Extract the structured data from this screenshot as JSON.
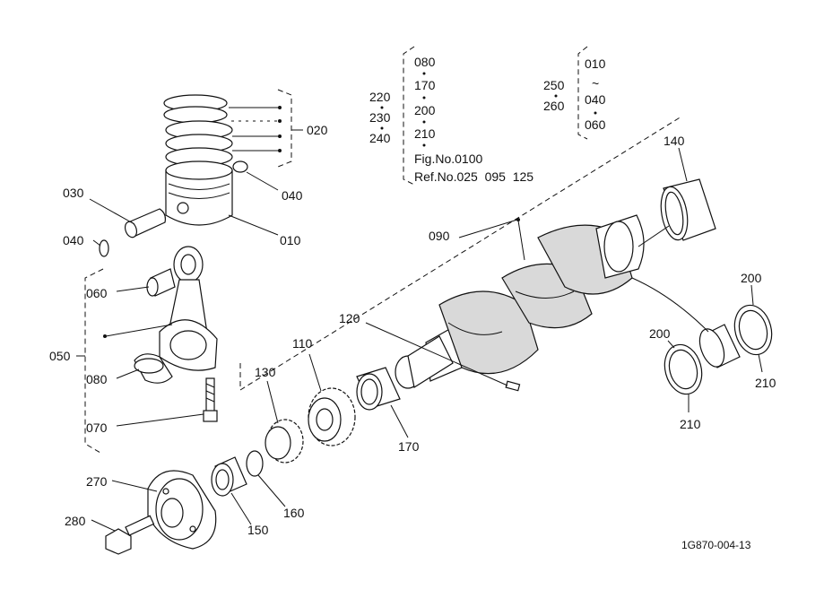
{
  "callouts": {
    "c020": "020",
    "c030": "030",
    "c040a": "040",
    "c040b": "040",
    "c010": "010",
    "c060": "060",
    "c050": "050",
    "c080": "080",
    "c070": "070",
    "c090": "090",
    "c120": "120",
    "c130": "130",
    "c110": "110",
    "c170": "170",
    "c140": "140",
    "c200a": "200",
    "c200b": "200",
    "c210a": "210",
    "c210b": "210",
    "c270": "270",
    "c280": "280",
    "c150": "150",
    "c160": "160"
  },
  "legend": {
    "group_left": [
      "220",
      "230",
      "240"
    ],
    "group_middle": [
      "080",
      "170",
      "200",
      "210"
    ],
    "group_right_left": [
      "250",
      "260"
    ],
    "group_right": [
      "010",
      "~",
      "040",
      "060"
    ],
    "fig_ref": "Fig.No.0100",
    "ref_nos": "Ref.No.025  095  125"
  },
  "drawing_id": "1G870-004-13"
}
